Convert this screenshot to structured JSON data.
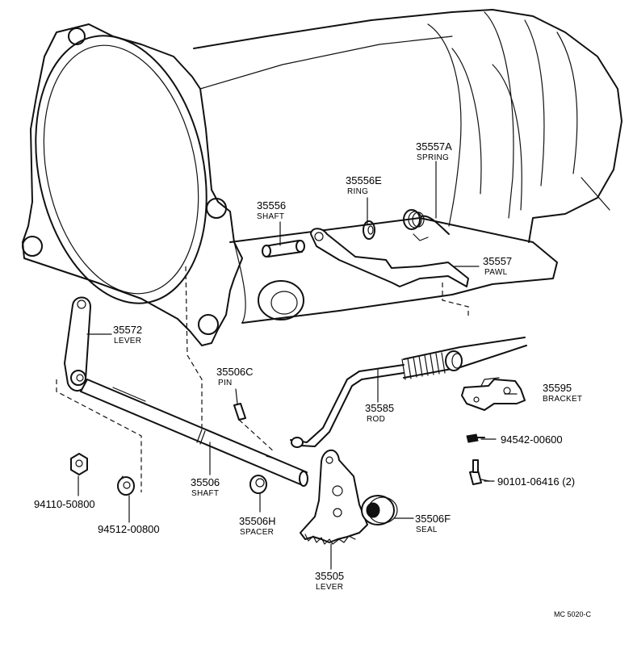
{
  "callouts": [
    {
      "id": "c35557a",
      "number": "35557A",
      "name": "SPRING"
    },
    {
      "id": "c35556e",
      "number": "35556E",
      "name": "RING"
    },
    {
      "id": "c35556",
      "number": "35556",
      "name": "SHAFT"
    },
    {
      "id": "c35557",
      "number": "35557",
      "name": "PAWL"
    },
    {
      "id": "c35572",
      "number": "35572",
      "name": "LEVER"
    },
    {
      "id": "c35506c",
      "number": "35506C",
      "name": "PIN"
    },
    {
      "id": "c35595",
      "number": "35595",
      "name": "BRACKET"
    },
    {
      "id": "c35585",
      "number": "35585",
      "name": "ROD"
    },
    {
      "id": "c94542",
      "number": "94542-00600",
      "name": ""
    },
    {
      "id": "c90101",
      "number": "90101-06416 (2)",
      "name": ""
    },
    {
      "id": "c94110",
      "number": "94110-50800",
      "name": ""
    },
    {
      "id": "c35506",
      "number": "35506",
      "name": "SHAFT"
    },
    {
      "id": "c35506h",
      "number": "35506H",
      "name": "SPACER"
    },
    {
      "id": "c35506f",
      "number": "35506F",
      "name": "SEAL"
    },
    {
      "id": "c94512",
      "number": "94512-00800",
      "name": ""
    },
    {
      "id": "c35505",
      "number": "35505",
      "name": "LEVER"
    }
  ],
  "diagram_code": "MC 5020-C"
}
